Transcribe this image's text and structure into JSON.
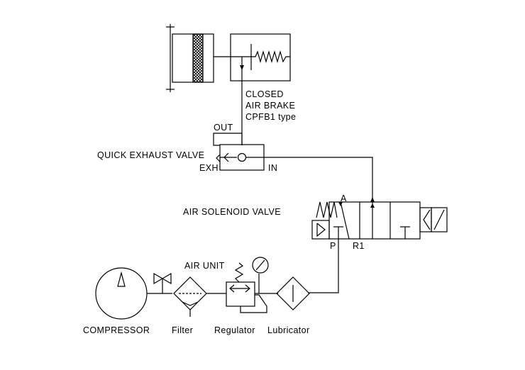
{
  "labels": {
    "brake_line1": "CLOSED",
    "brake_line2": "AIR  BRAKE",
    "brake_line3": "CPFB1    type",
    "out": "OUT",
    "quick_exhaust_valve": "QUICK  EXHAUST  VALVE",
    "exh": "EXH",
    "in": "IN",
    "air_solenoid_valve": "AIR  SOLENOID  VALVE",
    "port_a": "A",
    "port_p": "P",
    "port_r1": "R1",
    "air_unit": "AIR  UNIT",
    "compressor": "COMPRESSOR",
    "filter": "Filter",
    "regulator": "Regulator",
    "lubricator": "Lubricator"
  }
}
